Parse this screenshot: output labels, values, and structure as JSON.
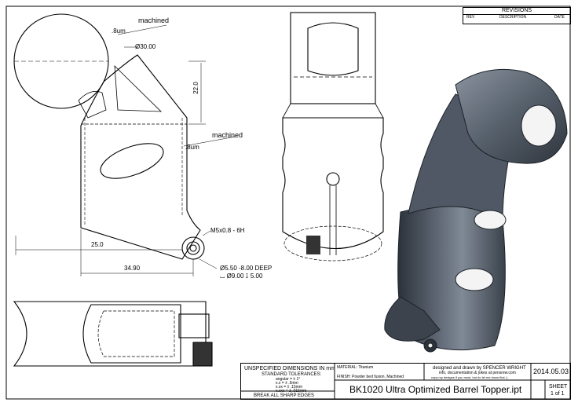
{
  "revisions": {
    "title": "REVISIONS",
    "columns": [
      "REV",
      "DESCRIPTION",
      "DATE"
    ]
  },
  "annotations": {
    "machined_top": "machined",
    "surface_top": ".8um",
    "diameter_top": "Ø30.00",
    "dim_22": "22.0",
    "machined_mid": "machined",
    "surface_mid": ".8um",
    "thread": "M5x0.8 - 6H",
    "dim_25": "25.0",
    "dim_3490": "34.90",
    "hole_1": "Ø5.50 -8.00 DEEP",
    "hole_2": "⌴ Ø9.00 ↧ 5.00"
  },
  "title_block": {
    "unspecified_title": "UNSPECIFIED DIMENSIONS IN mm",
    "tolerances_title": "STANDARD TOLERANCES:",
    "tol_lines": [
      "angular = ± 1°",
      "x.x = ± .5mm",
      "x.xx = ± .15mm",
      "x.xxx = ± .015mm"
    ],
    "sharp_edges": "BREAK ALL SHARP EDGES",
    "material": "MATERIAL: Titanium",
    "finish": "FINISH: Powder bed fusion, Machined",
    "designer": "designed and drawn by SPENCER WRIGHT",
    "info": "info, documentation & jokes at pensrew.com",
    "copy_note": "copy my designs if you must, but do let me know first :)",
    "date": "2014.05.03",
    "part_name": "BK1020 Ultra Optimized Barrel Topper.ipt",
    "sheet_label": "SHEET",
    "sheet_num": "1 of 1"
  },
  "colors": {
    "line": "#000000",
    "render_body": "#4f5864",
    "render_light": "#7b8591",
    "render_dark": "#2c323a"
  }
}
